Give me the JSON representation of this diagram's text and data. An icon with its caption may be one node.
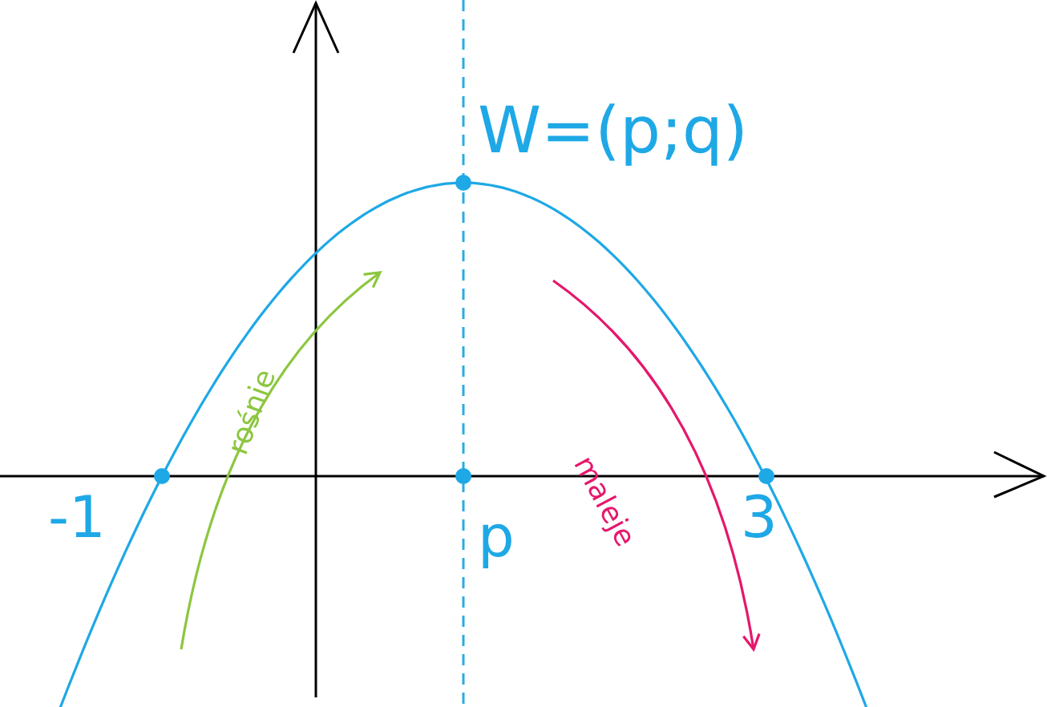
{
  "diagram": {
    "labels": [
      "W=(p;q)",
      "-1",
      "p",
      "3",
      "rośnie",
      "maleje"
    ]
  }
}
